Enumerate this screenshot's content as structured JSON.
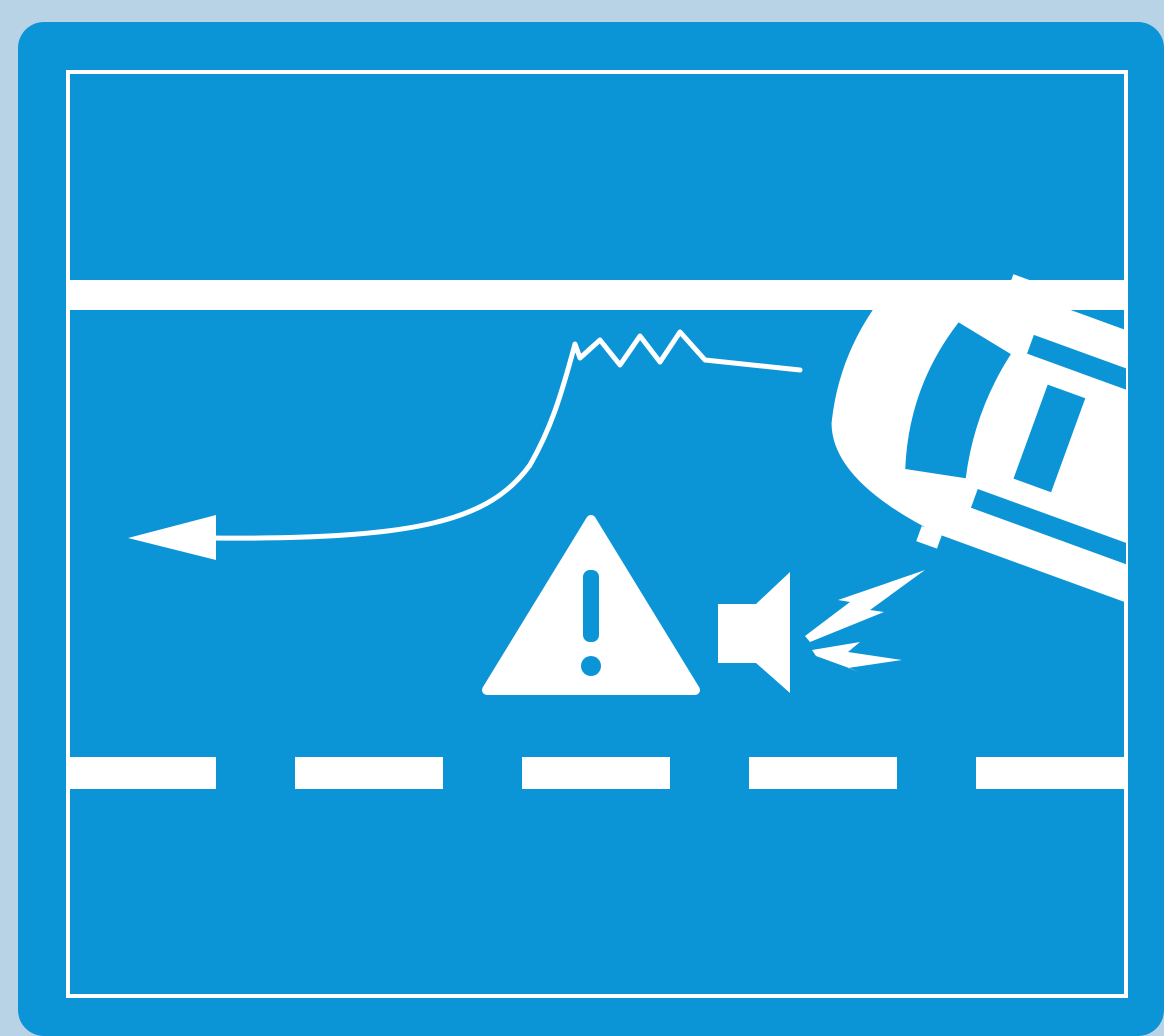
{
  "diagram": {
    "kind": "lane-departure-warning-pictogram",
    "colors": {
      "page_background": "#b9d3e6",
      "sign_background": "#0b94d6",
      "foreground": "#ffffff"
    },
    "icons": [
      "road-edge-solid-line",
      "lane-divider-dashed-line",
      "vehicle-top-view-icon",
      "drift-path-arrow-icon",
      "warning-triangle-icon",
      "speaker-icon",
      "audible-alert-lightning-icon"
    ]
  }
}
